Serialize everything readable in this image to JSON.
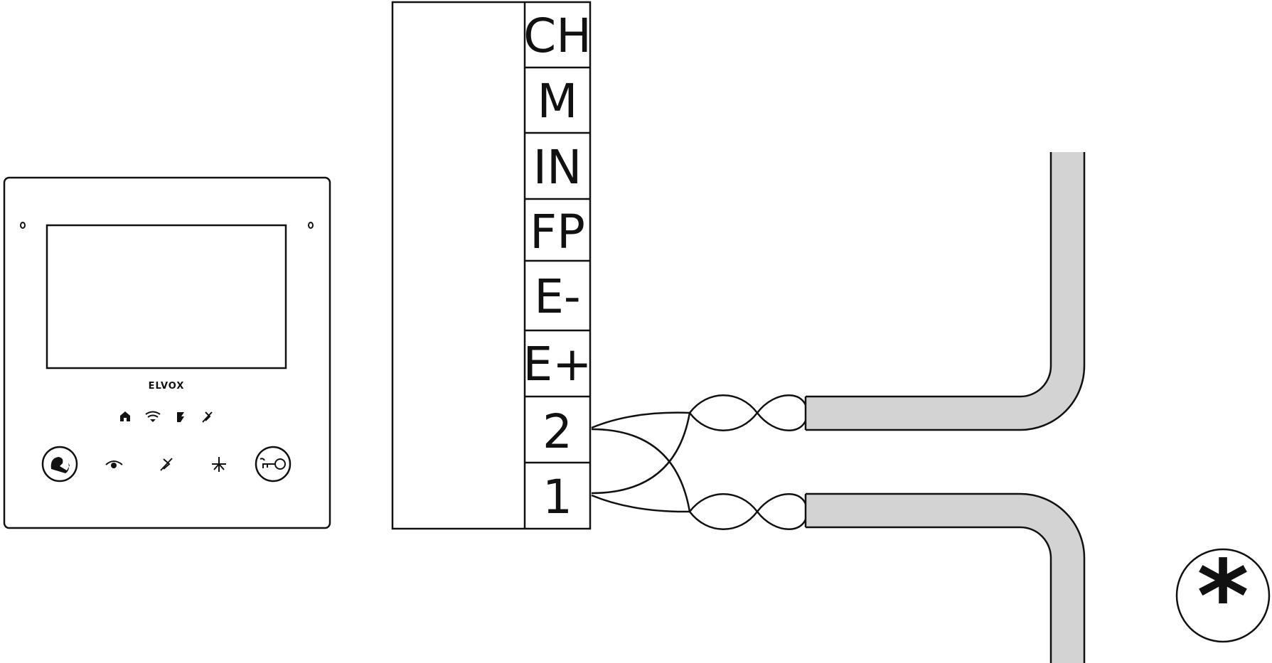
{
  "monitor": {
    "brand": "ELVOX"
  },
  "terminal_block": {
    "terminals": [
      "CH",
      "M",
      "IN",
      "FP",
      "E-",
      "E+",
      "2",
      "1"
    ]
  },
  "symbol": {
    "label": "*"
  },
  "colors": {
    "line": "#111111",
    "conduit_fill": "#d3d3d3",
    "background": "#ffffff"
  },
  "icons": {
    "status_row": [
      "home-icon",
      "wifi-icon",
      "clock-icon",
      "mute-icon"
    ],
    "button_row": [
      "answer-call-icon",
      "eye-icon",
      "mute-icon",
      "fan-icon",
      "door-key-icon"
    ]
  }
}
